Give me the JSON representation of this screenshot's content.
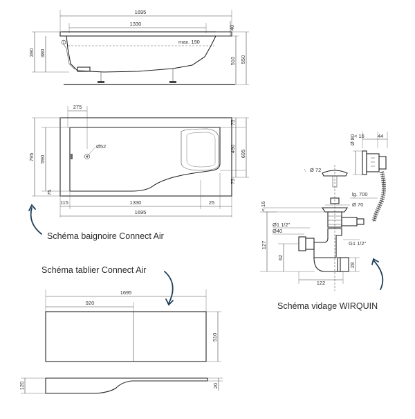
{
  "captions": {
    "bath": "Schéma baignoire Connect Air",
    "apron": "Schéma tablier Connect Air",
    "drain": "Schéma vidage WIRQUIN"
  },
  "side_view": {
    "total_length": "1695",
    "inner_length": "1330",
    "rim": "40",
    "max_water": "max. 190",
    "h_left_outer": "390",
    "h_left_inner": "380",
    "h_right_inner": "510",
    "h_right_outer": "550"
  },
  "top_view": {
    "drain_offset": "275",
    "drain_dia": "Ø52",
    "total_width": "795",
    "inner_width": "590",
    "bottom_gap": "75",
    "right_top": "75",
    "right_mid": "490",
    "right_bottom": "75",
    "right_total": "695",
    "bottom_left": "115",
    "bottom_inner": "1330",
    "bottom_right": "25",
    "total_length": "1695"
  },
  "apron": {
    "total_length": "1695",
    "straight_length": "920",
    "height": "510",
    "left_depth": "120",
    "right_depth": "20"
  },
  "drain": {
    "d80": "Ø 80",
    "lt16": "< 16",
    "w44": "44",
    "d72": "Ø 72",
    "lg700": "lg. 700",
    "d70": "Ø 70",
    "lt16b": "< 16",
    "g1half": "Ø1 1/2\"",
    "d40": "Ø40",
    "g1half2": "G1 1/2\"",
    "h127": "127",
    "h62": "62",
    "h28": "28",
    "w122": "122"
  }
}
